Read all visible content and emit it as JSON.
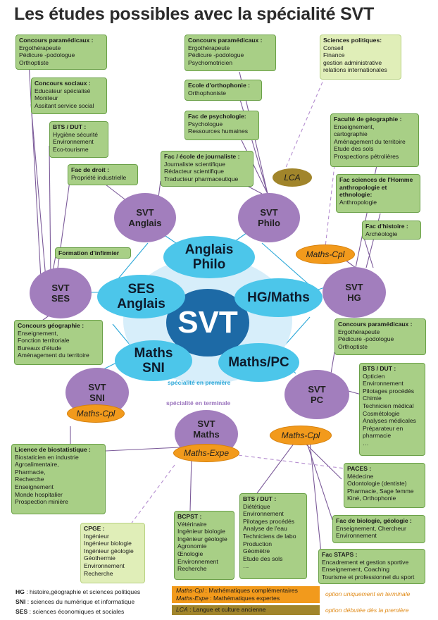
{
  "title": "Les études possibles avec la spécialité SVT",
  "colors": {
    "purple": "#a27ebd",
    "cyan": "#4cc6ea",
    "dark_blue": "#1d6aa6",
    "green_box": "#a8cf86",
    "light_box": "#e0eeb8",
    "orange": "#f29a1c",
    "olive": "#a1852b"
  },
  "center": "SVT",
  "inner_nodes": {
    "anglais_philo": "Anglais Philo",
    "ses_anglais": "SES Anglais",
    "hg_maths": "HG/Maths",
    "maths_sni": "Maths SNI",
    "maths_pc": "Maths/PC"
  },
  "outer_nodes": {
    "svt_anglais": [
      "SVT",
      "Anglais"
    ],
    "svt_philo": [
      "SVT",
      "Philo"
    ],
    "svt_ses": [
      "SVT",
      "SES"
    ],
    "svt_hg": [
      "SVT",
      "HG"
    ],
    "svt_sni": [
      "SVT",
      "SNI"
    ],
    "svt_pc": [
      "SVT",
      "PC"
    ],
    "svt_maths": [
      "SVT",
      "Maths"
    ]
  },
  "pills": {
    "lca": "LCA",
    "maths_cpl_hg": "Maths-Cpl",
    "maths_cpl_sni": "Maths-Cpl",
    "maths_cpl_pc": "Maths-Cpl",
    "maths_expe": "Maths-Expe"
  },
  "labels": {
    "premiere": "spécialité en première",
    "terminale": "spécialité en terminale"
  },
  "boxes": {
    "paramed_left": {
      "heading": "Concours paramédicaux :",
      "lines": [
        "Ergothérapeute",
        "Pédicure -podologue",
        "Orthoptiste"
      ]
    },
    "sociaux": {
      "heading": "Concours sociaux :",
      "lines": [
        "Educateur spécialisé",
        "Moniteur",
        "Assitant service social"
      ]
    },
    "bts_left": {
      "heading": "BTS / DUT :",
      "lines": [
        "Hygiène sécurité",
        "Environnement",
        "Eco-tourisme"
      ]
    },
    "droit": {
      "heading": "Fac de droit :",
      "lines": [
        "Propriété industrielle"
      ]
    },
    "paramed_top": {
      "heading": "Concours paramédicaux :",
      "lines": [
        "Ergothérapeute",
        "Pédicure -podologue",
        "Psychomotricien"
      ]
    },
    "orthophonie": {
      "heading": "Ecole d'orthophonie :",
      "lines": [
        "Orthophoniste"
      ]
    },
    "psychologie": {
      "heading": "Fac de psychologie:",
      "lines": [
        "Psychologue",
        "Ressources humaines"
      ]
    },
    "journalisme": {
      "heading": "Fac / école de journaliste :",
      "lines": [
        "Journaliste scientifique",
        "Rédacteur scientifique",
        "Traducteur pharmaceutique"
      ]
    },
    "sciences_po": {
      "heading": "Sciences politiques:",
      "lines": [
        "Conseil",
        "Finance",
        "gestion administrative",
        "relations internationales"
      ]
    },
    "geographie": {
      "heading": "Faculté de géographie :",
      "lines": [
        "Enseignement,",
        "cartographie",
        "Aménagement du territoire",
        "Etude des sols",
        "Prospections pétrolières"
      ]
    },
    "anthropologie": {
      "heading": "Fac sciences de l'Homme anthropologie et ethnologie:",
      "lines": [
        "Anthropologie"
      ]
    },
    "histoire": {
      "heading": "Fac d'histoire :",
      "lines": [
        "Archéologie"
      ]
    },
    "infirmier": {
      "heading": "Formation d'infirmier",
      "lines": []
    },
    "concours_geo": {
      "heading": "Concours géographie :",
      "lines": [
        "Enseignement,",
        "Fonction territoriale",
        "Bureaux d'étude",
        "Aménagement du territoire"
      ]
    },
    "paramed_right": {
      "heading": "Concours paramédicaux :",
      "lines": [
        "Ergothérapeute",
        "Pédicure -podologue",
        "Orthoptiste"
      ]
    },
    "bts_right": {
      "heading": "BTS / DUT :",
      "lines": [
        "Opticien",
        "Environnement",
        "Pilotages procédés",
        "Chimie",
        "Technicien médical",
        "Cosmétologie",
        "Analyses médicales",
        "Préparateur en",
        "pharmacie",
        "…"
      ]
    },
    "biostat": {
      "heading": "Licence de biostatistique :",
      "lines": [
        "Biostaticien en industrie",
        "Agroalimentaire,",
        "Pharmacie,",
        "Recherche",
        "Enseignement",
        "Monde hospitalier",
        "Prospection minière"
      ]
    },
    "paces": {
      "heading": "PACES :",
      "lines": [
        "Médecine",
        "Odontologie (dentiste)",
        "Pharmacie, Sage femme",
        "Kiné, Orthophonie"
      ]
    },
    "bio_geo": {
      "heading": "Fac de biologie, géologie :",
      "lines": [
        "Enseignement, Chercheur",
        "Environnement"
      ]
    },
    "bts_bottom": {
      "heading": "BTS / DUT :",
      "lines": [
        "Diététique",
        "Environnement",
        "Pilotages procédés",
        "Analyse de l'eau",
        "Techniciens de labo",
        "Production",
        "Géomètre",
        "Etude des sols",
        "…"
      ]
    },
    "bcpst": {
      "heading": "BCPST :",
      "lines": [
        "Vétérinaire",
        "Ingénieur biologie",
        "Ingénieur géologie",
        "Agronomie",
        "Œnologie",
        "Environnement",
        "Recherche"
      ]
    },
    "cpge": {
      "heading": "CPGE :",
      "lines": [
        "Ingénieur",
        "Ingénieur biologie",
        "Ingénieur géologie",
        "Géothermie",
        "Environnement",
        "Recherche"
      ]
    },
    "staps": {
      "heading": "Fac STAPS :",
      "lines": [
        "Encadrement et gestion sportive",
        "Enseignement, Coaching",
        "Tourisme et professionnel du sport"
      ]
    }
  },
  "legend": {
    "hg": {
      "abbr": "HG",
      "text": " : histoire,géographie et sciences politiques"
    },
    "sni": {
      "abbr": "SNI",
      "text": " : sciences du numérique et informatique"
    },
    "ses": {
      "abbr": "SES",
      "text": " : sciences économiques et sociales"
    },
    "maths": {
      "line1_abbr": "Maths-Cpl",
      "line1_text": " : Mathématiques complémentaires",
      "line2_abbr": "Maths-Expe",
      "line2_text": " : Mathématiques expertes"
    },
    "lca": {
      "abbr": "LCA",
      "text": " : Langue et culture ancienne"
    },
    "note_terminale": "option uniquement en terminale",
    "note_premiere": "option débutée dès la première"
  }
}
